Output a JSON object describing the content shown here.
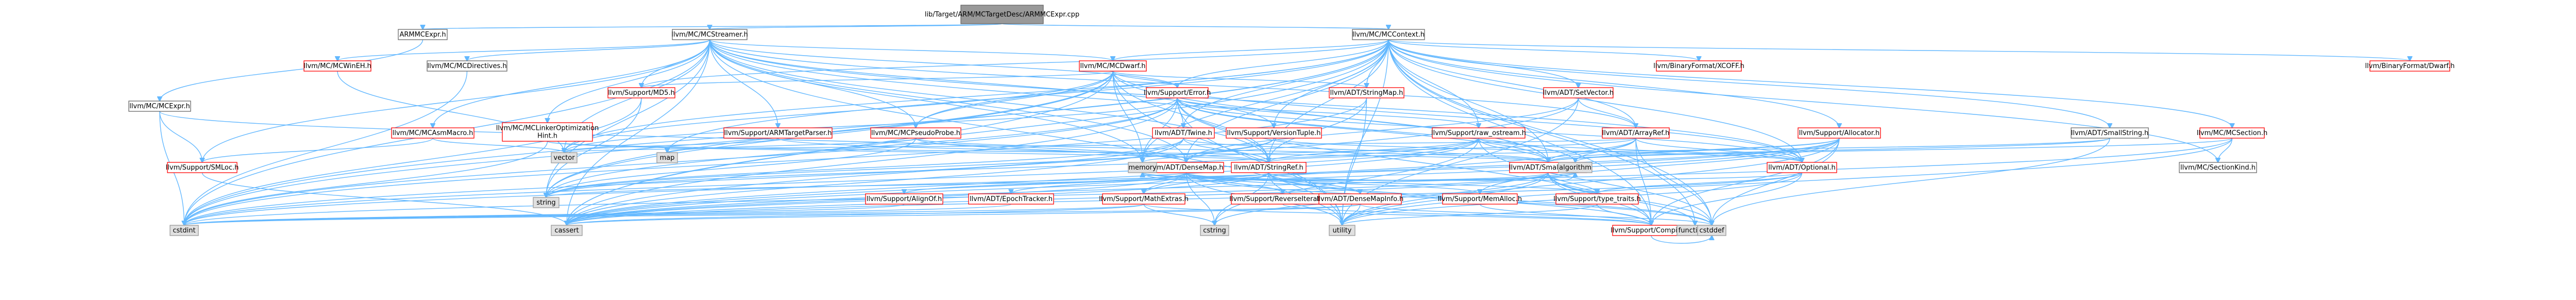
{
  "nodes": [
    {
      "id": "root",
      "label": "lib/Target/ARM/MCTargetDesc/ARMMCExpr.cpp",
      "kind": "root"
    },
    {
      "id": "armmcexpr",
      "label": "ARMMCExpr.h",
      "kind": "doc"
    },
    {
      "id": "mcstreamer",
      "label": "llvm/MC/MCStreamer.h",
      "kind": "doc"
    },
    {
      "id": "mccontext",
      "label": "llvm/MC/MCContext.h",
      "kind": "doc"
    },
    {
      "id": "mcexpr",
      "label": "llvm/MC/MCExpr.h",
      "kind": "doc"
    },
    {
      "id": "mcwinEH",
      "label": "llvm/MC/MCWinEH.h",
      "kind": "red"
    },
    {
      "id": "mcdirectives",
      "label": "llvm/MC/MCDirectives.h",
      "kind": "doc"
    },
    {
      "id": "mcdwarf",
      "label": "llvm/MC/MCDwarf.h",
      "kind": "red"
    },
    {
      "id": "md5",
      "label": "llvm/Support/MD5.h",
      "kind": "red"
    },
    {
      "id": "error",
      "label": "llvm/Support/Error.h",
      "kind": "red"
    },
    {
      "id": "stringmap",
      "label": "llvm/ADT/StringMap.h",
      "kind": "red"
    },
    {
      "id": "setvector",
      "label": "llvm/ADT/SetVector.h",
      "kind": "red"
    },
    {
      "id": "xcoff",
      "label": "llvm/BinaryFormat/XCOFF.h",
      "kind": "red"
    },
    {
      "id": "bfdwarf",
      "label": "llvm/BinaryFormat/Dwarf.h",
      "kind": "red"
    },
    {
      "id": "mcasmmacro",
      "label": "llvm/MC/MCAsmMacro.h",
      "kind": "red"
    },
    {
      "id": "mclinkeropt",
      "label": "llvm/MC/MCLinkerOptimization\nHint.h",
      "kind": "red"
    },
    {
      "id": "armtargetparser",
      "label": "llvm/Support/ARMTargetParser.h",
      "kind": "red"
    },
    {
      "id": "mcpseudoprobe",
      "label": "llvm/MC/MCPseudoProbe.h",
      "kind": "red"
    },
    {
      "id": "twine",
      "label": "llvm/ADT/Twine.h",
      "kind": "red"
    },
    {
      "id": "versiontuple",
      "label": "llvm/Support/VersionTuple.h",
      "kind": "red"
    },
    {
      "id": "rawostream",
      "label": "llvm/Support/raw_ostream.h",
      "kind": "red"
    },
    {
      "id": "arrayref",
      "label": "llvm/ADT/ArrayRef.h",
      "kind": "red"
    },
    {
      "id": "allocator",
      "label": "llvm/Support/Allocator.h",
      "kind": "red"
    },
    {
      "id": "smallstring",
      "label": "llvm/ADT/SmallString.h",
      "kind": "doc"
    },
    {
      "id": "mcsection",
      "label": "llvm/MC/MCSection.h",
      "kind": "red"
    },
    {
      "id": "smloc",
      "label": "llvm/Support/SMLoc.h",
      "kind": "red"
    },
    {
      "id": "densemap",
      "label": "llvm/ADT/DenseMap.h",
      "kind": "red"
    },
    {
      "id": "stringref",
      "label": "llvm/ADT/StringRef.h",
      "kind": "red"
    },
    {
      "id": "smallvector",
      "label": "llvm/ADT/SmallVector.h",
      "kind": "red"
    },
    {
      "id": "optional",
      "label": "llvm/ADT/Optional.h",
      "kind": "red"
    },
    {
      "id": "sectionkind",
      "label": "llvm/MC/SectionKind.h",
      "kind": "doc"
    },
    {
      "id": "aligno",
      "label": "llvm/Support/AlignOf.h",
      "kind": "red"
    },
    {
      "id": "epochtracker",
      "label": "llvm/ADT/EpochTracker.h",
      "kind": "red"
    },
    {
      "id": "mathextras",
      "label": "llvm/Support/MathExtras.h",
      "kind": "red"
    },
    {
      "id": "reverseiteration",
      "label": "llvm/Support/ReverseIteration.h",
      "kind": "red"
    },
    {
      "id": "densemapinfo",
      "label": "llvm/ADT/DenseMapInfo.h",
      "kind": "red"
    },
    {
      "id": "memalloc",
      "label": "llvm/Support/MemAlloc.h",
      "kind": "red"
    },
    {
      "id": "typetraits",
      "label": "llvm/Support/type_traits.h",
      "kind": "red"
    },
    {
      "id": "compiler",
      "label": "llvm/Support/Compiler.h",
      "kind": "red"
    },
    {
      "id": "vector",
      "label": "vector",
      "kind": "sys"
    },
    {
      "id": "map",
      "label": "map",
      "kind": "sys"
    },
    {
      "id": "string",
      "label": "string",
      "kind": "sys"
    },
    {
      "id": "cstdint",
      "label": "cstdint",
      "kind": "sys"
    },
    {
      "id": "cassert",
      "label": "cassert",
      "kind": "sys"
    },
    {
      "id": "memory",
      "label": "memory",
      "kind": "sys"
    },
    {
      "id": "algorithm",
      "label": "algorithm",
      "kind": "sys"
    },
    {
      "id": "functional",
      "label": "functional",
      "kind": "sys"
    },
    {
      "id": "cstring",
      "label": "cstring",
      "kind": "sys"
    },
    {
      "id": "utility",
      "label": "utility",
      "kind": "sys"
    },
    {
      "id": "cstddef",
      "label": "cstddef",
      "kind": "sys"
    }
  ],
  "edges": [
    [
      "root",
      "armmcexpr"
    ],
    [
      "root",
      "mcstreamer"
    ],
    [
      "root",
      "mccontext"
    ],
    [
      "armmcexpr",
      "mcexpr"
    ],
    [
      "mcstreamer",
      "mcwinEH"
    ],
    [
      "mcstreamer",
      "mcdirectives"
    ],
    [
      "mcstreamer",
      "mcdwarf"
    ],
    [
      "mcstreamer",
      "md5"
    ],
    [
      "mcstreamer",
      "mcasmmacro"
    ],
    [
      "mcstreamer",
      "mclinkeropt"
    ],
    [
      "mcstreamer",
      "armtargetparser"
    ],
    [
      "mcstreamer",
      "mcpseudoprobe"
    ],
    [
      "mcstreamer",
      "smloc"
    ],
    [
      "mcstreamer",
      "stringref"
    ],
    [
      "mcstreamer",
      "arrayref"
    ],
    [
      "mcstreamer",
      "smallvector"
    ],
    [
      "mcstreamer",
      "optional"
    ],
    [
      "mcstreamer",
      "error"
    ],
    [
      "mcstreamer",
      "versiontuple"
    ],
    [
      "mcstreamer",
      "densemap"
    ],
    [
      "mcstreamer",
      "vector"
    ],
    [
      "mcstreamer",
      "string"
    ],
    [
      "mcstreamer",
      "cstdint"
    ],
    [
      "mcstreamer",
      "cassert"
    ],
    [
      "mcstreamer",
      "memory"
    ],
    [
      "mcstreamer",
      "utility"
    ],
    [
      "mccontext",
      "mcdwarf"
    ],
    [
      "mccontext",
      "md5"
    ],
    [
      "mccontext",
      "error"
    ],
    [
      "mccontext",
      "stringmap"
    ],
    [
      "mccontext",
      "setvector"
    ],
    [
      "mccontext",
      "xcoff"
    ],
    [
      "mccontext",
      "bfdwarf"
    ],
    [
      "mccontext",
      "twine"
    ],
    [
      "mccontext",
      "rawostream"
    ],
    [
      "mccontext",
      "arrayref"
    ],
    [
      "mccontext",
      "allocator"
    ],
    [
      "mccontext",
      "smallstring"
    ],
    [
      "mccontext",
      "mcsection"
    ],
    [
      "mccontext",
      "sectionkind"
    ],
    [
      "mccontext",
      "mcpseudoprobe"
    ],
    [
      "mccontext",
      "densemap"
    ],
    [
      "mccontext",
      "stringref"
    ],
    [
      "mccontext",
      "smallvector"
    ],
    [
      "mccontext",
      "optional"
    ],
    [
      "mccontext",
      "vector"
    ],
    [
      "mccontext",
      "map"
    ],
    [
      "mccontext",
      "string"
    ],
    [
      "mccontext",
      "cstdint"
    ],
    [
      "mccontext",
      "cassert"
    ],
    [
      "mccontext",
      "memory"
    ],
    [
      "mccontext",
      "functional"
    ],
    [
      "mccontext",
      "utility"
    ],
    [
      "mccontext",
      "cstddef"
    ],
    [
      "mccontext",
      "compiler"
    ],
    [
      "mccontext",
      "versiontuple"
    ],
    [
      "mcexpr",
      "smloc"
    ],
    [
      "mcexpr",
      "densemap"
    ],
    [
      "mcexpr",
      "cstdint"
    ],
    [
      "mcwinEH",
      "vector"
    ],
    [
      "mcdirectives",
      "cstdint"
    ],
    [
      "mcdwarf",
      "md5"
    ],
    [
      "mcdwarf",
      "error"
    ],
    [
      "mcdwarf",
      "stringmap"
    ],
    [
      "mcdwarf",
      "mcpseudoprobe"
    ],
    [
      "mcdwarf",
      "stringref"
    ],
    [
      "mcdwarf",
      "smallvector"
    ],
    [
      "mcdwarf",
      "optional"
    ],
    [
      "mcdwarf",
      "mapvector"
    ],
    [
      "mcdwarf",
      "string"
    ],
    [
      "mcdwarf",
      "vector"
    ],
    [
      "mcdwarf",
      "cstdint"
    ],
    [
      "mcdwarf",
      "cassert"
    ],
    [
      "mcdwarf",
      "utility"
    ],
    [
      "mcdwarf",
      "memory"
    ],
    [
      "md5",
      "cstdint"
    ],
    [
      "md5",
      "string"
    ],
    [
      "error",
      "twine"
    ],
    [
      "error",
      "rawostream"
    ],
    [
      "error",
      "stringref"
    ],
    [
      "error",
      "smallvector"
    ],
    [
      "error",
      "optional"
    ],
    [
      "error",
      "string"
    ],
    [
      "error",
      "cassert"
    ],
    [
      "error",
      "cstdint"
    ],
    [
      "error",
      "memory"
    ],
    [
      "error",
      "algorithm"
    ],
    [
      "error",
      "utility"
    ],
    [
      "error",
      "vector"
    ],
    [
      "error",
      "compiler"
    ],
    [
      "stringmap",
      "stringref"
    ],
    [
      "stringmap",
      "cstdint"
    ],
    [
      "stringmap",
      "utility"
    ],
    [
      "setvector",
      "arrayref"
    ],
    [
      "setvector",
      "densemap"
    ],
    [
      "setvector",
      "cassert"
    ],
    [
      "setvector",
      "utility"
    ],
    [
      "setvector",
      "iterator"
    ],
    [
      "mcasmmacro",
      "smloc"
    ],
    [
      "mcasmmacro",
      "vector"
    ],
    [
      "mclinkeropt",
      "smallvector"
    ],
    [
      "mclinkeropt",
      "stringref"
    ],
    [
      "mclinkeropt",
      "cstdint"
    ],
    [
      "armtargetparser",
      "stringref"
    ],
    [
      "armtargetparser",
      "vector"
    ],
    [
      "mcpseudoprobe",
      "densemap"
    ],
    [
      "mcpseudoprobe",
      "smallvector"
    ],
    [
      "mcpseudoprobe",
      "map"
    ],
    [
      "mcpseudoprobe",
      "string"
    ],
    [
      "twine",
      "smallvector"
    ],
    [
      "twine",
      "stringref"
    ],
    [
      "twine",
      "cassert"
    ],
    [
      "twine",
      "cstdint"
    ],
    [
      "twine",
      "string"
    ],
    [
      "versiontuple",
      "optional"
    ],
    [
      "versiontuple",
      "densemap"
    ],
    [
      "versiontuple",
      "string"
    ],
    [
      "rawostream",
      "stringref"
    ],
    [
      "rawostream",
      "smallvector"
    ],
    [
      "rawostream",
      "optional"
    ],
    [
      "rawostream",
      "cassert"
    ],
    [
      "rawostream",
      "cstddef"
    ],
    [
      "rawostream",
      "cstdint"
    ],
    [
      "rawostream",
      "cstring"
    ],
    [
      "rawostream",
      "string"
    ],
    [
      "arrayref",
      "smallvector"
    ],
    [
      "arrayref",
      "optional"
    ],
    [
      "arrayref",
      "compiler"
    ],
    [
      "arrayref",
      "algorithm"
    ],
    [
      "arrayref",
      "memory"
    ],
    [
      "arrayref",
      "vector"
    ],
    [
      "arrayref",
      "cassert"
    ],
    [
      "arrayref",
      "cstddef"
    ],
    [
      "allocator",
      "smallvector"
    ],
    [
      "allocator",
      "mathextras"
    ],
    [
      "allocator",
      "memalloc"
    ],
    [
      "allocator",
      "compiler"
    ],
    [
      "allocator",
      "algorithm"
    ],
    [
      "allocator",
      "cassert"
    ],
    [
      "allocator",
      "cstddef"
    ],
    [
      "allocator",
      "cstdint"
    ],
    [
      "allocator",
      "utility"
    ],
    [
      "smallstring",
      "smallvector"
    ],
    [
      "smallstring",
      "stringref"
    ],
    [
      "smallstring",
      "cstddef"
    ],
    [
      "mcsection",
      "smallvector"
    ],
    [
      "mcsection",
      "sectionkind"
    ],
    [
      "mcsection",
      "cassert"
    ],
    [
      "mcsection",
      "utility"
    ],
    [
      "smloc",
      "cassert"
    ],
    [
      "densemap",
      "aligno"
    ],
    [
      "densemap",
      "epochtracker"
    ],
    [
      "densemap",
      "mathextras"
    ],
    [
      "densemap",
      "reverseiteration"
    ],
    [
      "densemap",
      "densemapinfo"
    ],
    [
      "densemap",
      "memalloc"
    ],
    [
      "densemap",
      "typetraits"
    ],
    [
      "densemap",
      "algorithm"
    ],
    [
      "densemap",
      "cassert"
    ],
    [
      "densemap",
      "cstddef"
    ],
    [
      "densemap",
      "cstring"
    ],
    [
      "densemap",
      "utility"
    ],
    [
      "stringref",
      "densemapinfo"
    ],
    [
      "stringref",
      "compiler"
    ],
    [
      "stringref",
      "algorithm"
    ],
    [
      "stringref",
      "cassert"
    ],
    [
      "stringref",
      "cstddef"
    ],
    [
      "stringref",
      "cstring"
    ],
    [
      "stringref",
      "string"
    ],
    [
      "stringref",
      "utility"
    ],
    [
      "stringref",
      "memory"
    ],
    [
      "smallvector",
      "compiler"
    ],
    [
      "smallvector",
      "typetraits"
    ],
    [
      "smallvector",
      "algorithm"
    ],
    [
      "smallvector",
      "cassert"
    ],
    [
      "smallvector",
      "cstddef"
    ],
    [
      "smallvector",
      "cstdint"
    ],
    [
      "smallvector",
      "cstring"
    ],
    [
      "smallvector",
      "functional"
    ],
    [
      "smallvector",
      "memory"
    ],
    [
      "smallvector",
      "utility"
    ],
    [
      "optional",
      "compiler"
    ],
    [
      "optional",
      "typetraits"
    ],
    [
      "optional",
      "cassert"
    ],
    [
      "optional",
      "memory"
    ],
    [
      "optional",
      "utility"
    ],
    [
      "aligno",
      "cstdint"
    ],
    [
      "epochtracker",
      "cstdint"
    ],
    [
      "mathextras",
      "compiler"
    ],
    [
      "mathextras",
      "cassert"
    ],
    [
      "mathextras",
      "cstring"
    ],
    [
      "mathextras",
      "cstdint"
    ],
    [
      "reverseiteration",
      "compiler"
    ],
    [
      "densemapinfo",
      "cassert"
    ],
    [
      "densemapinfo",
      "cstddef"
    ],
    [
      "densemapinfo",
      "cstdint"
    ],
    [
      "densemapinfo",
      "utility"
    ],
    [
      "memalloc",
      "compiler"
    ],
    [
      "typetraits",
      "compiler"
    ],
    [
      "typetraits",
      "utility"
    ],
    [
      "compiler",
      "cstddef"
    ]
  ]
}
